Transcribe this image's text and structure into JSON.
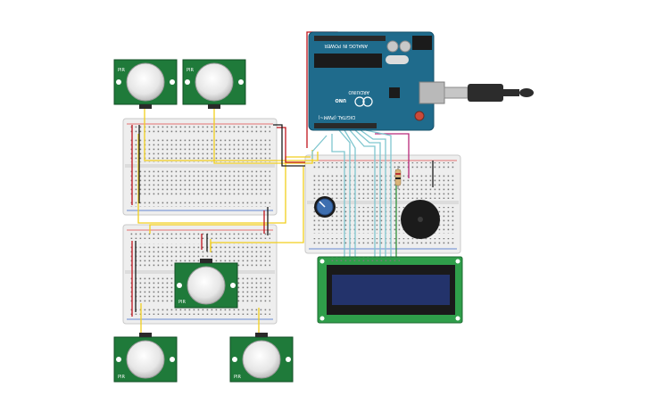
{
  "arduino": {
    "model": "UNO",
    "brand": "ARDUINO",
    "header_label": "DIGITAL (PWM~)",
    "power_label": "POWER",
    "analog_label": "ANALOG IN",
    "board_color": "#1f6b8c"
  },
  "sensor": {
    "pin_label": "PIR",
    "board_color": "#1f7a3a"
  },
  "lcd": {
    "screen_color": "#23336b",
    "board_color": "#2f9e4a"
  },
  "colors": {
    "wire_yellow": "#f2cf1d",
    "wire_cyan": "#7fc6cf",
    "wire_red": "#c0141c",
    "wire_black": "#1a1a1a",
    "wire_magenta": "#b8287a",
    "wire_green": "#2f8f3a"
  }
}
